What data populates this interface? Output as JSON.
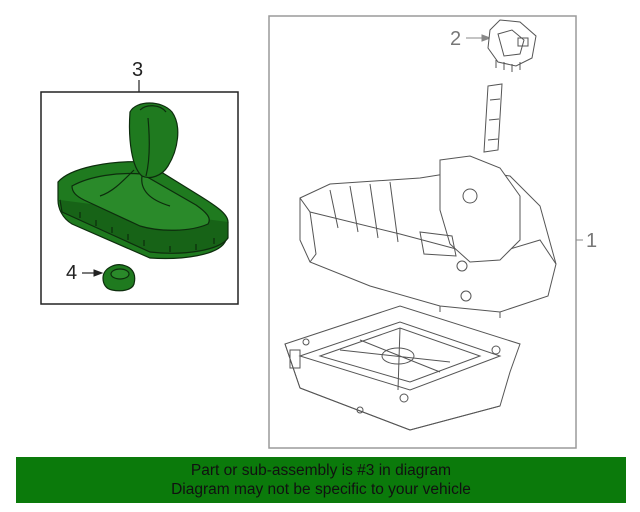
{
  "callouts": {
    "part1": "1",
    "part2": "2",
    "part3": "3",
    "part4": "4"
  },
  "banner": {
    "line1": "Part or sub-assembly is #3 in diagram",
    "line2": "Diagram may not be specific to your vehicle"
  },
  "colors": {
    "highlight": "#1f7a1f",
    "banner_bg": "#0b7a0b",
    "line": "#555555",
    "frame": "#9a9a9a"
  }
}
